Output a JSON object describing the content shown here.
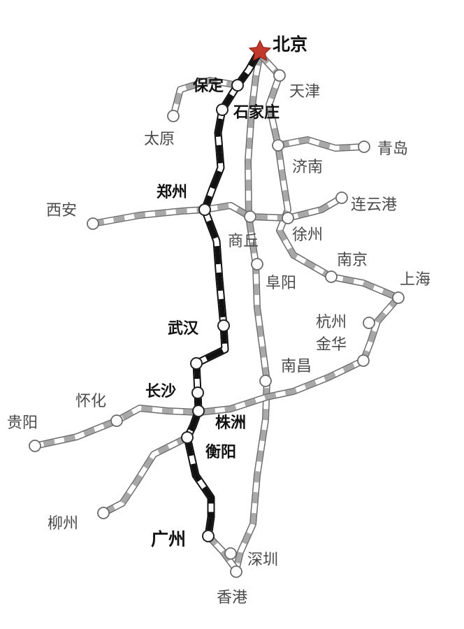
{
  "map": {
    "stations": {
      "beijing": "北京",
      "tianjin": "天津",
      "baoding": "保定",
      "shijiazhuang": "石家庄",
      "taiyuan": "太原",
      "jinan": "济南",
      "qingdao": "青岛",
      "zhengzhou": "郑州",
      "xian": "西安",
      "lianyungang": "连云港",
      "shangqiu": "商丘",
      "xuzhou": "徐州",
      "nanjing": "南京",
      "shanghai": "上海",
      "fuyang": "阜阳",
      "wuhan": "武汉",
      "hangzhou": "杭州",
      "jinhua": "金华",
      "nanchang": "南昌",
      "changsha": "长沙",
      "huaihua": "怀化",
      "guiyang": "贵阳",
      "zhuzhou": "株洲",
      "hengyang": "衡阳",
      "liuzhou": "柳州",
      "guangzhou": "广州",
      "shenzhen": "深圳",
      "hongkong": "香港"
    },
    "colors": {
      "capital_star": "#c0392b",
      "highlighted_line": "#111111",
      "other_lines": "#a8a8a8"
    },
    "highlighted_route": [
      "北京",
      "保定",
      "石家庄",
      "郑州",
      "武汉",
      "长沙",
      "株洲",
      "衡阳",
      "广州"
    ]
  }
}
